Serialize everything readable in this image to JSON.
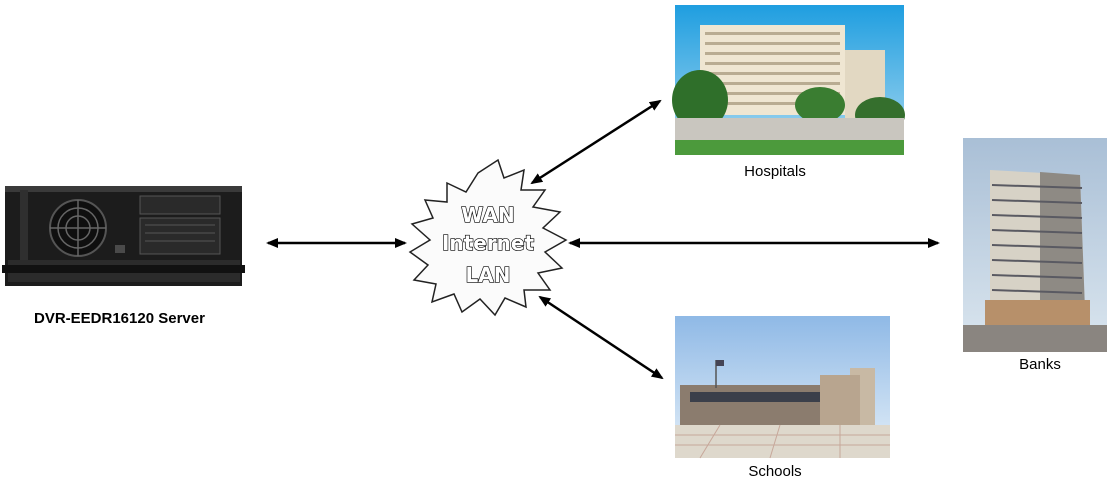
{
  "diagram": {
    "server_label": "DVR-EEDR16120 Server",
    "cloud_lines": [
      "WAN",
      "Internet",
      "LAN"
    ],
    "hospitals_label": "Hospitals",
    "banks_label": "Banks",
    "schools_label": "Schools"
  },
  "colors": {
    "arrow": "#000000",
    "sky": "#2aa6e0",
    "grass": "#3f8f3a"
  }
}
